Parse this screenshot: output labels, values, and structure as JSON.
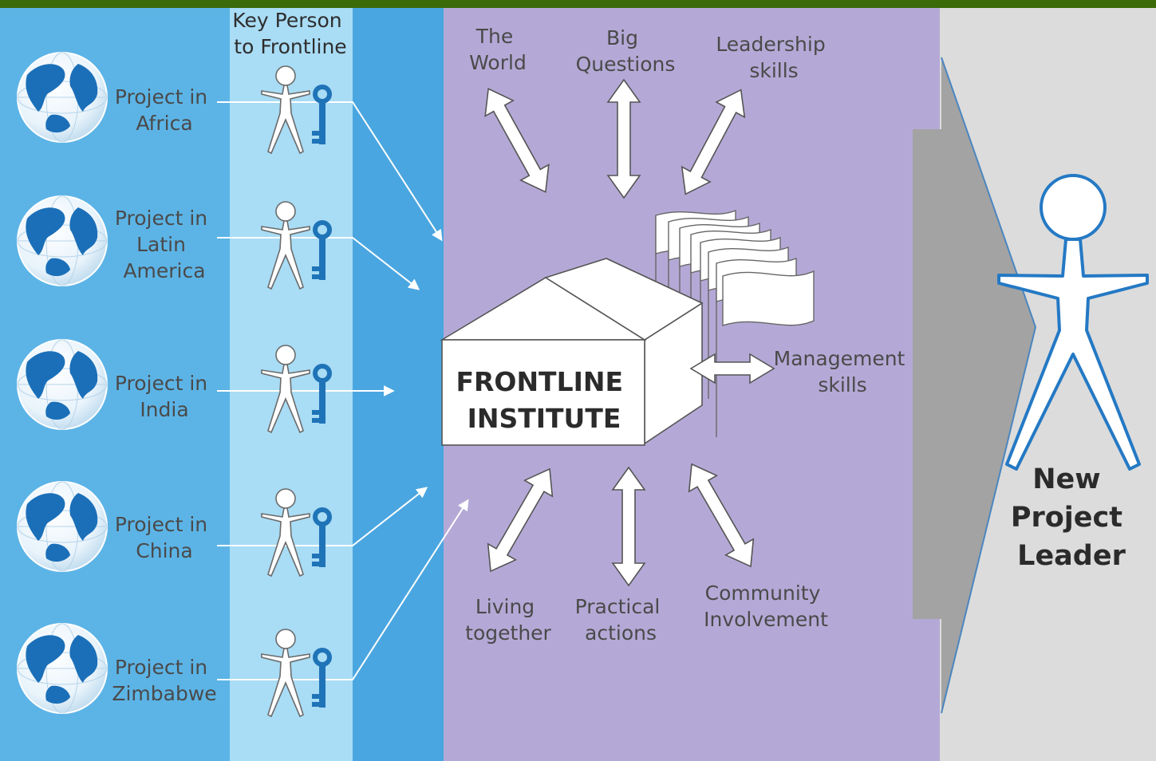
{
  "column_header": [
    "Key Person",
    "to Frontline"
  ],
  "projects": [
    [
      "Project in",
      "Africa"
    ],
    [
      "Project in",
      "Latin",
      "America"
    ],
    [
      "Project in",
      "India"
    ],
    [
      "Project in",
      "China"
    ],
    [
      "Project in",
      "Zimbabwe"
    ]
  ],
  "institute": [
    "FRONTLINE",
    "INSTITUTE"
  ],
  "topics": {
    "the_world": [
      "The",
      "World"
    ],
    "big_questions": [
      "Big",
      "Questions"
    ],
    "leadership_skills": [
      "Leadership",
      "skills"
    ],
    "management_skills": [
      "Management",
      "skills"
    ],
    "living_together": [
      "Living",
      "together"
    ],
    "practical_actions": [
      "Practical",
      "actions"
    ],
    "community_involvement": [
      "Community",
      "Involvement"
    ]
  },
  "result": [
    "New",
    "Project",
    "Leader"
  ],
  "colors": {
    "top_bar": "#3b6a09",
    "left_panel": "#5cb4e6",
    "key_person_column": "#a9dcf5",
    "channel": "#4aa6e0",
    "institute_panel": "#b4a9d6",
    "right_panel": "#dcdcdc",
    "big_arrow": "#a3a3a3",
    "globe_blue": "#1b6fb8",
    "key_blue": "#1f74b8",
    "leader_outline": "#2479c4"
  },
  "icons": [
    "globe-icon",
    "key-person-icon",
    "key-icon",
    "house-icon",
    "flags-icon",
    "leader-figure-icon"
  ]
}
